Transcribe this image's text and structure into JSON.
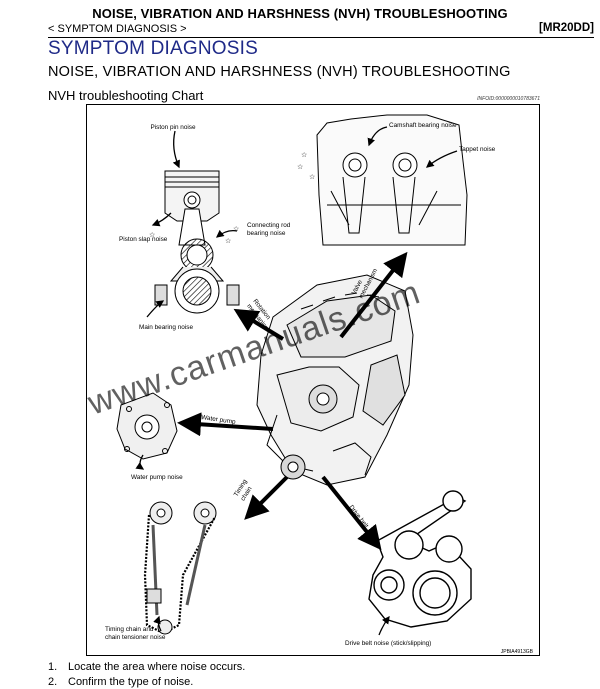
{
  "header": {
    "title": "NOISE, VIBRATION AND HARSHNESS (NVH) TROUBLESHOOTING",
    "breadcrumb": "< SYMPTOM DIAGNOSIS >",
    "model": "[MR20DD]"
  },
  "section": {
    "title": "SYMPTOM DIAGNOSIS",
    "subtitle": "NOISE, VIBRATION AND HARSHNESS (NVH) TROUBLESHOOTING",
    "chart_title": "NVH troubleshooting Chart",
    "info_id": "INFOID:0000000010783671"
  },
  "figure": {
    "labels": {
      "piston_pin": "Piston pin noise",
      "piston_slap": "Piston slap noise",
      "conrod_1": "Connecting rod",
      "conrod_2": "bearing noise",
      "main_bearing": "Main bearing noise",
      "camshaft": "Camshaft bearing noise",
      "tappet": "Tappet noise",
      "rotation_1": "Rotation",
      "rotation_2": "mechanism",
      "valve_1": "Valve",
      "valve_2": "mechanism",
      "water_pump_arrow": "Water pump",
      "water_pump": "Water pump noise",
      "timing_1": "Timing",
      "timing_2": "chain",
      "drive_belt_arrow": "Drive belt",
      "timing_noise_1": "Timing chain and",
      "timing_noise_2": "chain tensioner noise",
      "drive_belt_noise": "Drive belt noise (stick/slipping)",
      "figure_id": "JPBIA4913GB"
    },
    "watermark": "www.carmanuals.com"
  },
  "steps": [
    {
      "num": "1.",
      "text": "Locate the area where noise occurs."
    },
    {
      "num": "2.",
      "text": "Confirm the type of noise."
    }
  ]
}
